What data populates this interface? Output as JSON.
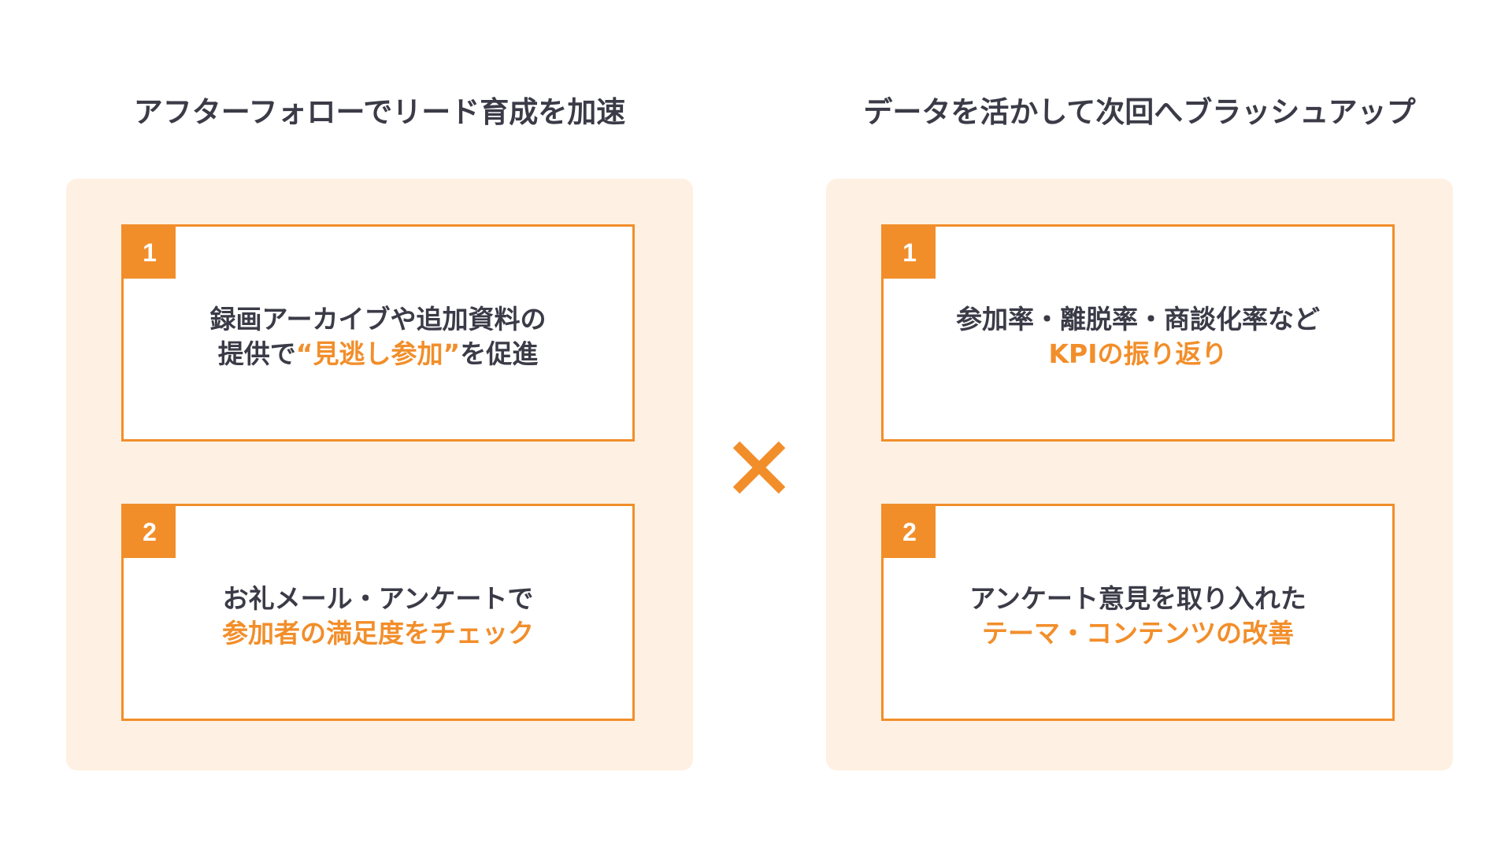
{
  "colors": {
    "accent": "#f28e2a",
    "panel_bg": "#fef1e3",
    "text_dark": "#3b3b48"
  },
  "left": {
    "title": "アフターフォローでリード育成を加速",
    "cards": [
      {
        "number": "1",
        "line1": "録画アーカイブや追加資料の",
        "line2_dark": "提供で",
        "line2_accent": "“見逃し参加”",
        "line2_dark_after": "を促進"
      },
      {
        "number": "2",
        "line1": "お礼メール・アンケートで",
        "line2_accent": "参加者の満足度をチェック"
      }
    ]
  },
  "right": {
    "title": "データを活かして次回へブラッシュアップ",
    "cards": [
      {
        "number": "1",
        "line1": "参加率・離脱率・商談化率など",
        "line2_accent": "KPIの振り返り"
      },
      {
        "number": "2",
        "line1": "アンケート意見を取り入れた",
        "line2_accent": "テーマ・コンテンツの改善"
      }
    ]
  },
  "connector_icon": "times-icon"
}
